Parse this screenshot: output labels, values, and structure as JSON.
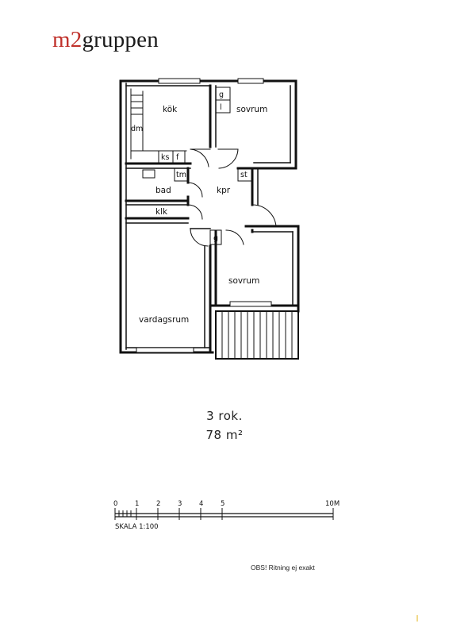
{
  "brand": {
    "prefix": "m2",
    "suffix": "gruppen"
  },
  "rooms": {
    "kok": "kök",
    "sovrum_top": "sovrum",
    "dm": "dm",
    "g_top": "g",
    "l_top": "l",
    "ks": "ks",
    "f": "f",
    "tm": "tm",
    "st": "st",
    "bad": "bad",
    "kpr": "kpr",
    "klk": "klk",
    "g_mid": "g",
    "sovrum_bottom": "sovrum",
    "vardagsrum": "vardagsrum"
  },
  "info": {
    "rooms": "3 rok.",
    "area": "78 m²"
  },
  "scale": {
    "ticks": [
      "0",
      "1",
      "2",
      "3",
      "4",
      "5",
      "10M"
    ],
    "label": "SKALA 1:100"
  },
  "disclaimer": "OBS! Ritning ej exakt",
  "colors": {
    "brand_accent": "#c0312b",
    "line": "#111111"
  }
}
